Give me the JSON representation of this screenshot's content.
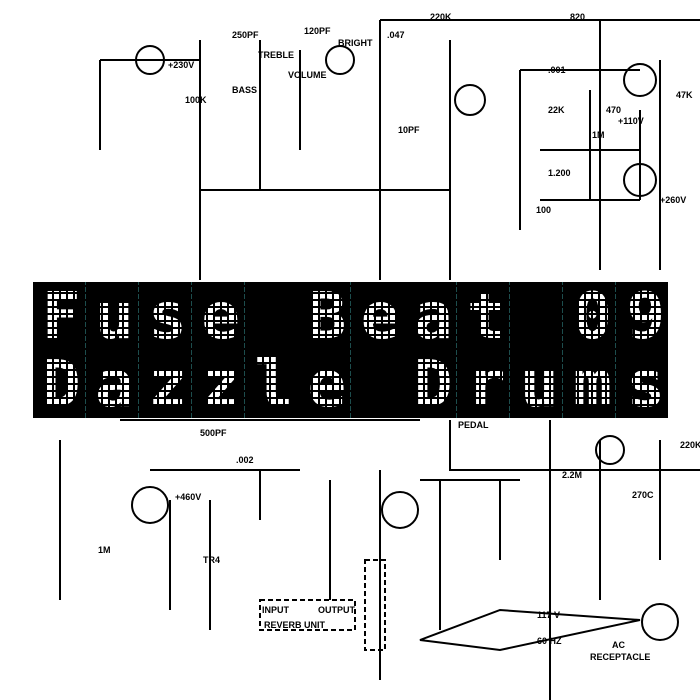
{
  "title_line1": "Fuse Beat 09",
  "title_line2": "Dazzle Drums",
  "colors": {
    "background": "#ffffff",
    "ink": "#000000",
    "display": "#000000",
    "led": "#ffffff",
    "cell_divider": "#1d4d4d"
  },
  "schematic_labels": [
    "250PF",
    "120PF",
    "BRIGHT",
    "+230V",
    "TREBLE",
    "BASS",
    "VOLUME",
    "220K",
    "820",
    ".047",
    ".001",
    "22K",
    "470",
    "1M",
    "47K",
    "+110V",
    "+260V",
    "100K",
    "10PF",
    "100",
    "1.200",
    "500PF",
    ".002",
    "+460V",
    "TR4",
    "REVERB UNIT",
    "INPUT",
    "OUTPUT",
    "PEDAL",
    "117 V",
    "60 HZ",
    "AC",
    "RECEPTACLE",
    "2.2M",
    "270C",
    "220K",
    "1M"
  ]
}
